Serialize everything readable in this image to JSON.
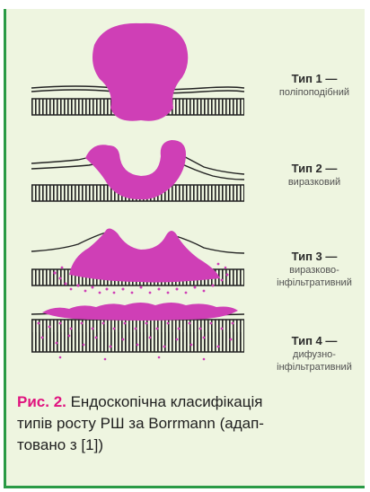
{
  "types": [
    {
      "title": "Тип 1 —",
      "desc": [
        "поліпоподібний"
      ]
    },
    {
      "title": "Тип 2 —",
      "desc": [
        "виразковий"
      ]
    },
    {
      "title": "Тип 3 —",
      "desc": [
        "виразково-",
        "інфільтративний"
      ]
    },
    {
      "title": "Тип 4 —",
      "desc": [
        "дифузно-",
        "інфільтративний"
      ]
    }
  ],
  "caption": {
    "prefix": "Рис. 2.",
    "lines": [
      " Ендоскопічна класифікація",
      "типів росту РШ за Borrmann (адап-",
      "товано з [1])"
    ]
  },
  "colors": {
    "tumor": "#cf3fb6",
    "frame_bg": "#eef5e0",
    "frame_border": "#2a9a45",
    "caption_prefix": "#e0147f"
  }
}
